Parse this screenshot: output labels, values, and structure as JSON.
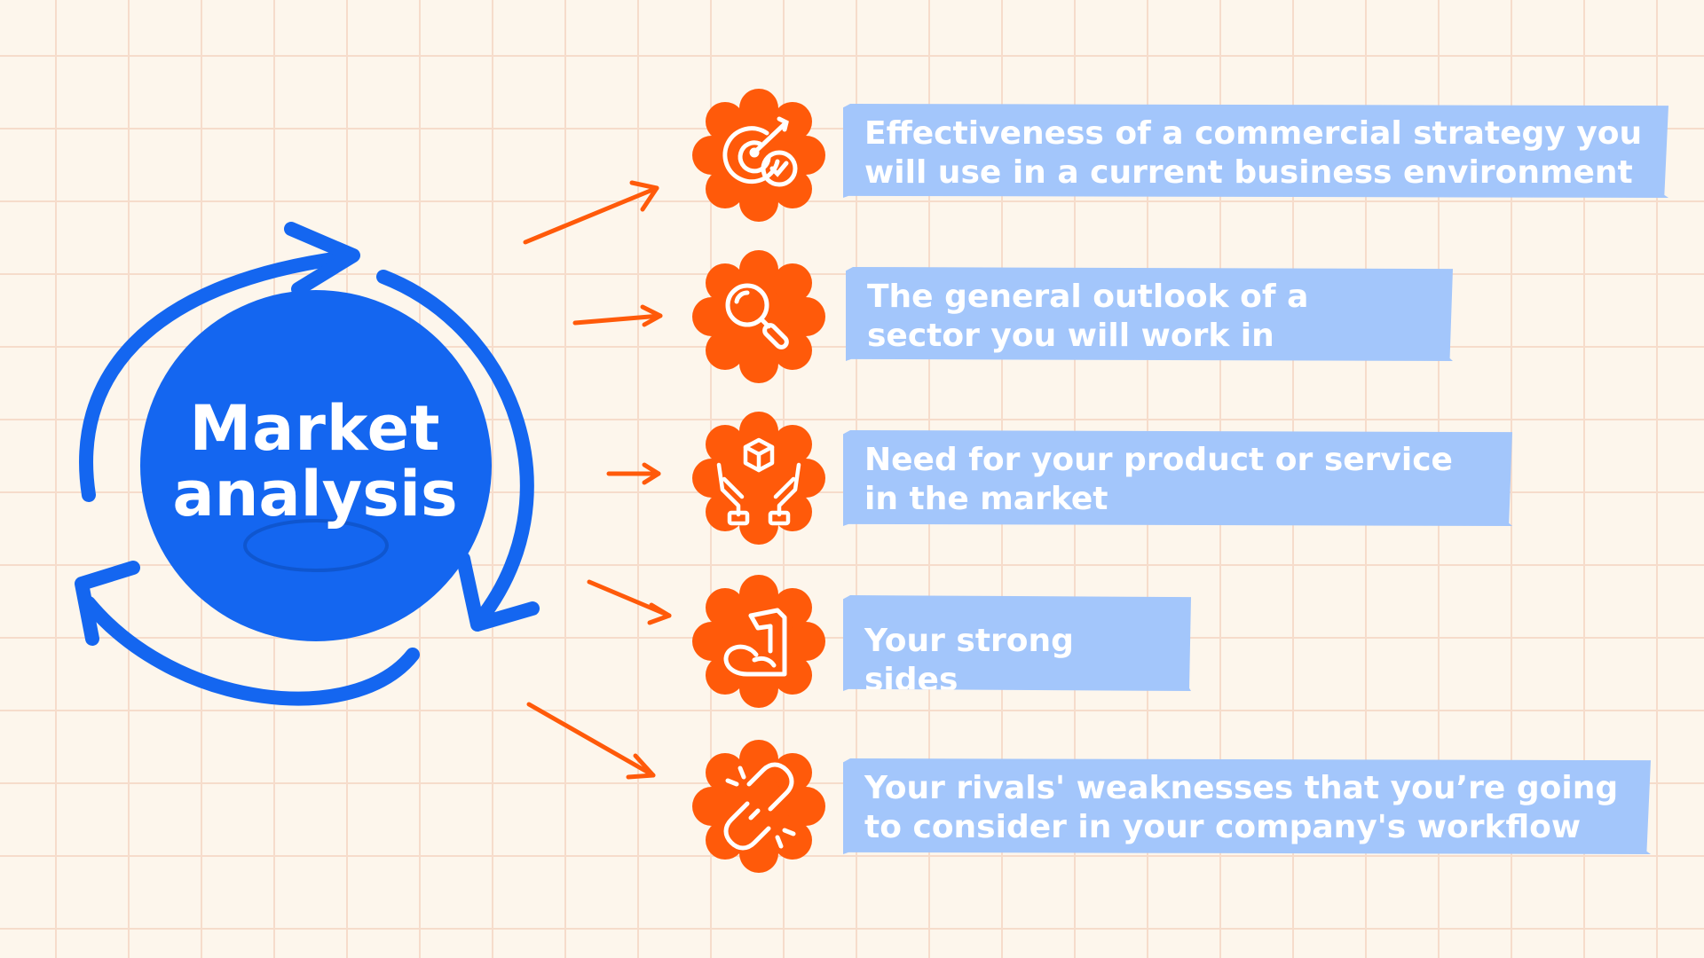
{
  "center": {
    "line1": "Market",
    "line2": "analysis"
  },
  "items": [
    {
      "icon": "target-check-icon",
      "text": "Effectiveness of a commercial strategy you will use in a current business environment"
    },
    {
      "icon": "magnifier-icon",
      "text": "The general outlook of a sector you will work in"
    },
    {
      "icon": "hands-box-icon",
      "text": "Need for your product or service in the market"
    },
    {
      "icon": "flexed-arm-icon",
      "text": "Your strong sides"
    },
    {
      "icon": "broken-link-icon",
      "text": "Your rivals' weaknesses that you’re going to consider in your company's workflow"
    }
  ],
  "colors": {
    "background": "#fdf6ec",
    "grid": "#f6dccb",
    "blue": "#1466f0",
    "label": "#a3c6fb",
    "orange": "#ff5a0a"
  }
}
